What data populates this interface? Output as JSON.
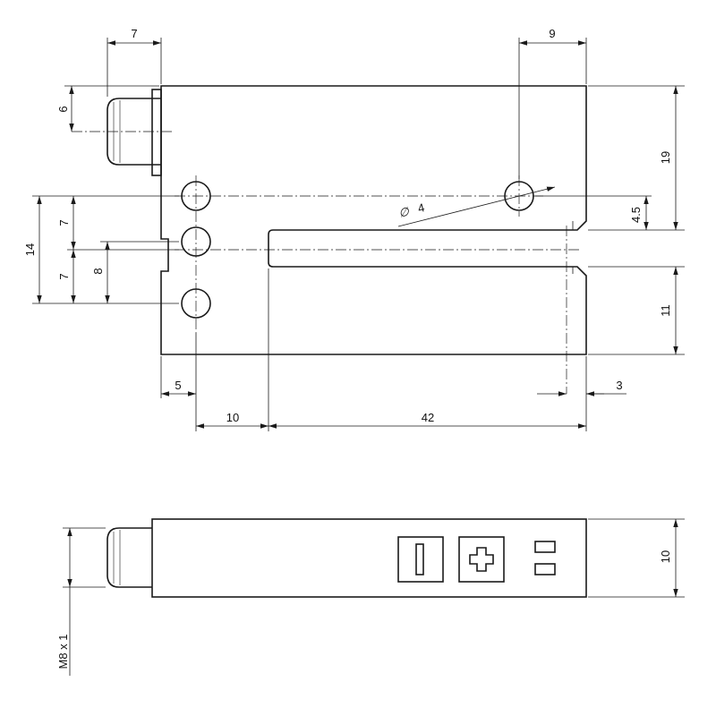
{
  "dimensions": {
    "connector_offset": "7",
    "hole_offset_right": "9",
    "connector_height": "6",
    "upper_height": "19",
    "hole_pitch_top": "7",
    "hole_pitch_total": "14",
    "hole_pitch_bottom": "7",
    "slot_center": "8",
    "hole_diameter": "4",
    "hole_diameter_symbol": "∅",
    "slot_edge_offset": "4.5",
    "lower_height": "11",
    "hole_edge_offset": "5",
    "slot_start": "10",
    "slot_length": "42",
    "slot_width": "3",
    "thickness": "10",
    "thread": "M8 x 1"
  }
}
